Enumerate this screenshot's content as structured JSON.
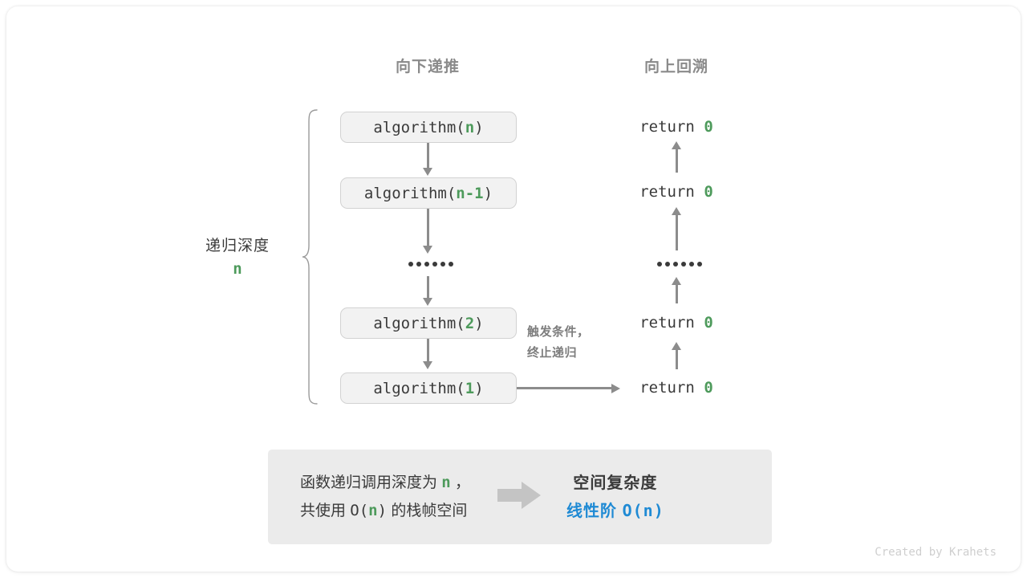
{
  "headers": {
    "left": "向下递推",
    "right": "向上回溯"
  },
  "depth": {
    "label": "递归深度",
    "value": "n"
  },
  "calls": [
    {
      "prefix": "algorithm(",
      "arg": "n",
      "suffix": ")"
    },
    {
      "prefix": "algorithm(",
      "arg": "n-1",
      "suffix": ")"
    },
    {
      "prefix": "algorithm(",
      "arg": "2",
      "suffix": ")"
    },
    {
      "prefix": "algorithm(",
      "arg": "1",
      "suffix": ")"
    }
  ],
  "returns": [
    {
      "text": "return ",
      "value": "0"
    },
    {
      "text": "return ",
      "value": "0"
    },
    {
      "text": "return ",
      "value": "0"
    },
    {
      "text": "return ",
      "value": "0"
    }
  ],
  "ellipsis_dots": 6,
  "trigger": {
    "line1": "触发条件，",
    "line2": "终止递归"
  },
  "summary": {
    "left_line1_a": "函数递归调用深度为 ",
    "left_line1_n": "n",
    "left_line1_b": " ，",
    "left_line2_a": "共使用 ",
    "left_line2_o": "O(",
    "left_line2_n": "n",
    "left_line2_c": ")",
    "left_line2_b": " 的栈帧空间",
    "arrow_icon": "right-block-arrow-icon",
    "right_line1": "空间复杂度",
    "right_line2_a": "线性阶 ",
    "right_line2_b": "O(n)"
  },
  "credit": "Created by Krahets",
  "colors": {
    "accent_green": "#4d9a5b",
    "accent_blue": "#1f8ad4",
    "connector_gray": "#8c8c8c",
    "box_fill": "#f2f2f2",
    "box_border": "#d2d2d2",
    "panel_fill": "#ebebeb",
    "heading_gray": "#8a8a8a",
    "text_dark": "#3a3a3a"
  }
}
